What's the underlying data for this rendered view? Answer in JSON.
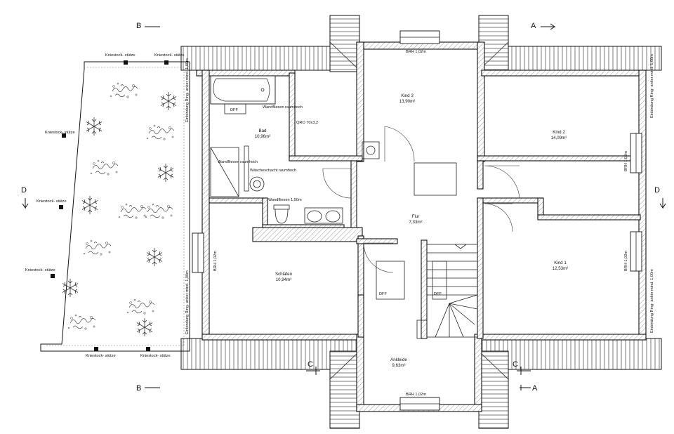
{
  "rooms": {
    "kind3": {
      "name": "Kind 3",
      "area": "13,90m²"
    },
    "kind2": {
      "name": "Kind 2",
      "area": "14,09m²"
    },
    "bad": {
      "name": "Bad",
      "area": "10,96m²"
    },
    "flur": {
      "name": "Flur",
      "area": "7,33m²"
    },
    "schlafen": {
      "name": "Schlafen",
      "area": "10,94m²"
    },
    "kind1": {
      "name": "Kind 1",
      "area": "12,53m²"
    },
    "ankleide": {
      "name": "Ankleide",
      "area": "9,63m²"
    }
  },
  "notes": {
    "brh_top": "BRH 1,02m",
    "brh_bottom": "BRH 1,02m",
    "brh_right_upper": "BRH 1,02m",
    "brh_right_lower": "BRH 1,02m",
    "brh_left": "BRH 1,02m",
    "dff_bad": "DFF",
    "dff_schlafen": "DFF",
    "dff_ankleide": "DFF",
    "qro": "QRO 70x3,2",
    "wandfliesen_1": "Wandfliesen raumhoch",
    "wandfliesen_2": "Wandfliesen raumhoch",
    "wandfliesen_3": "Wandfliesen 1,50m",
    "waescheschacht": "Wäscheschacht raumhoch",
    "einbindung_1": "Einbindung Ring- anker mind. 1,00m",
    "einbindung_2": "Einbindung Ring- anker mind. 1,00m",
    "einbindung_3": "Einbindung Ring- anker mind. 1,00m",
    "einbindung_4": "Einbindung Ring- anker mind. 1,00m",
    "kniestock_1": "Kniestock- stütze",
    "kniestock_2": "Kniestock- stütze",
    "kniestock_3": "Kniestock- stütze",
    "kniestock_4": "Kniestock- stütze",
    "kniestock_5": "Kniestock- stütze",
    "kniestock_6": "Kniestock- stütze",
    "kniestock_7": "Kniestock- stütze"
  },
  "sections": {
    "b_top": "B",
    "b_bottom": "B",
    "a_top": "A",
    "a_bottom": "A",
    "c_left": "C",
    "c_right": "C",
    "d_left": "D",
    "d_right": "D"
  },
  "icons": [
    "snowflake-icon",
    "section-arrow-icon",
    "door-swing-icon",
    "toilet-icon",
    "bathtub-icon",
    "washbasin-icon",
    "shower-icon",
    "staircase-icon"
  ]
}
